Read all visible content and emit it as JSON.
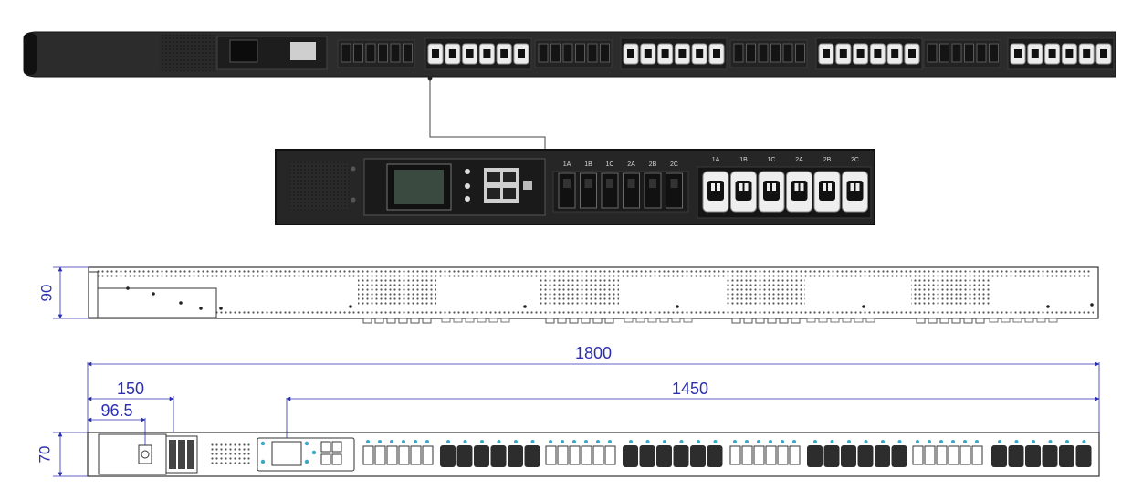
{
  "zoom": {
    "breaker_labels": [
      "1A",
      "1B",
      "1C",
      "2A",
      "2B",
      "2C"
    ],
    "outlet_labels": [
      "1A",
      "1B",
      "1C",
      "2A",
      "2B",
      "2C"
    ]
  },
  "dimensions": {
    "side_height": "90",
    "total_length": "1800",
    "outlet_span": "1450",
    "inlet_section": "150",
    "inlet_offset": "96.5",
    "front_height": "70"
  }
}
